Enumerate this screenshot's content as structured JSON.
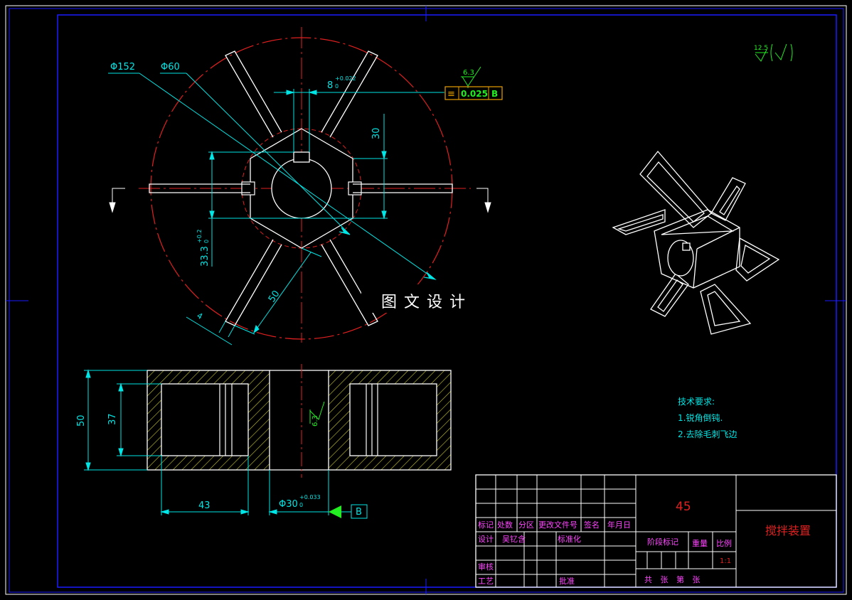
{
  "colors": {
    "background": "#000000",
    "outline": "#ffffff",
    "dimension": "#00e5e5",
    "centerline": "#e02020",
    "frame": "#1a1aff",
    "hatch": "#c8c832",
    "title_label": "#ff44ff",
    "roughness": "#22ee22",
    "tolerance_frame": "#e8a000"
  },
  "dimensions": {
    "dia_outer": "Φ152",
    "dia_inner": "Φ60",
    "keyway_width": "8",
    "keyway_tol": "+0.022",
    "keyway_tol_low": "0",
    "dim_30": "30",
    "dim_333": "33.3",
    "dim_333_tol": "+0.2",
    "dim_333_tol_low": "0",
    "dim_50_blade": "50",
    "dim_4": "4",
    "height_50": "50",
    "height_37": "37",
    "width_43": "43",
    "bore": "Φ30",
    "bore_tol": "+0.033",
    "bore_tol_low": "0",
    "datum": "B"
  },
  "tolerance": {
    "symbol": "≡",
    "value": "0.025",
    "datum": "B"
  },
  "roughness": {
    "keyway": "6.3",
    "bore": "6.3",
    "general": "12.5"
  },
  "watermark": "图文设计",
  "tech_requirements": {
    "heading": "技术要求:",
    "items": [
      "1.锐角倒钝.",
      "2.去除毛刺飞边"
    ]
  },
  "title_block": {
    "material": "45",
    "part_name": "搅拌装置",
    "headers": [
      "标记",
      "处数",
      "分区",
      "更改文件号",
      "签名",
      "年月日"
    ],
    "design_label": "设计",
    "designer": "吴钇含",
    "standard_label": "标准化",
    "review_label": "审核",
    "process_label": "工艺",
    "approve_label": "批准",
    "stage_label": "阶段标记",
    "weight_label": "重量",
    "scale_label": "比例",
    "scale_value": "1:1",
    "sheets_label": "共 张 第 张"
  }
}
